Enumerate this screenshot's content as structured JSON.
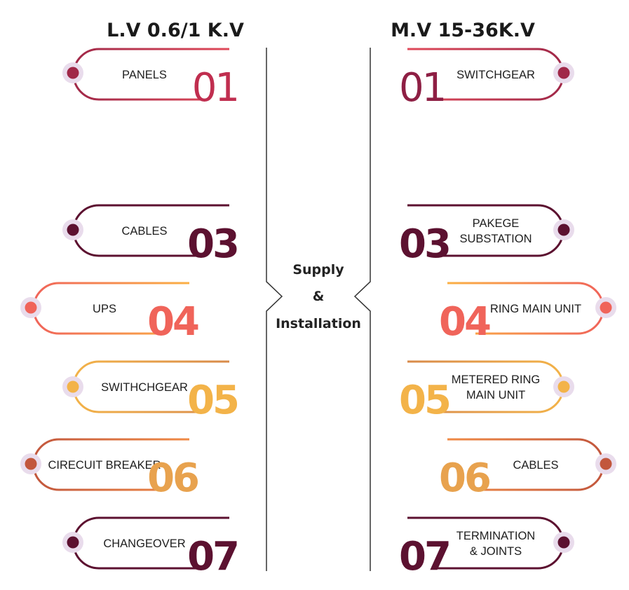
{
  "headers": {
    "left": "L.V 0.6/1 K.V",
    "right": "M.V 15-36K.V"
  },
  "center": {
    "line1": "Supply",
    "line2": "&",
    "line3": "Installation"
  },
  "left": [
    {
      "num": "01",
      "lines": [
        "PANELS"
      ],
      "color": "#a02848",
      "color2": "#e04a5a",
      "num_color": "#c02e4f",
      "bold": false
    },
    {
      "num": "03",
      "lines": [
        "CABLES"
      ],
      "color": "#5c1130",
      "color2": "#5c1130",
      "num_color": "#5c1130",
      "bold": true
    },
    {
      "num": "04",
      "lines": [
        "UPS"
      ],
      "color": "#f0645a",
      "color2": "#fbb044",
      "num_color": "#f0645a",
      "bold": true
    },
    {
      "num": "05",
      "lines": [
        "SWITHCHGEAR"
      ],
      "color": "#f3b349",
      "color2": "#d88a4a",
      "num_color": "#f3b349",
      "bold": true
    },
    {
      "num": "06",
      "lines": [
        "CIRECUIT BREAKER"
      ],
      "color": "#c2573d",
      "color2": "#f08a45",
      "num_color": "#e8a24e",
      "bold": true
    },
    {
      "num": "07",
      "lines": [
        "CHANGEOVER"
      ],
      "color": "#5c1130",
      "color2": "#5c1130",
      "num_color": "#5c1130",
      "bold": true
    }
  ],
  "right": [
    {
      "num": "01",
      "lines": [
        "SWITCHGEAR"
      ],
      "color": "#a02848",
      "color2": "#e04a5a",
      "num_color": "#8e1f44",
      "bold": false
    },
    {
      "num": "03",
      "lines": [
        "PAKEGE",
        "SUBSTATION"
      ],
      "color": "#5c1130",
      "color2": "#5c1130",
      "num_color": "#5c1130",
      "bold": true
    },
    {
      "num": "04",
      "lines": [
        "RING MAIN UNIT"
      ],
      "color": "#f0645a",
      "color2": "#fbb044",
      "num_color": "#f0645a",
      "bold": true
    },
    {
      "num": "05",
      "lines": [
        "METERED RING",
        "MAIN UNIT"
      ],
      "color": "#f3b349",
      "color2": "#d88a4a",
      "num_color": "#f3b349",
      "bold": true
    },
    {
      "num": "06",
      "lines": [
        "CABLES"
      ],
      "color": "#c2573d",
      "color2": "#f08a45",
      "num_color": "#e8a24e",
      "bold": true
    },
    {
      "num": "07",
      "lines": [
        "TERMINATION",
        "& JOINTS"
      ],
      "color": "#5c1130",
      "color2": "#5c1130",
      "num_color": "#5c1130",
      "bold": true
    }
  ]
}
